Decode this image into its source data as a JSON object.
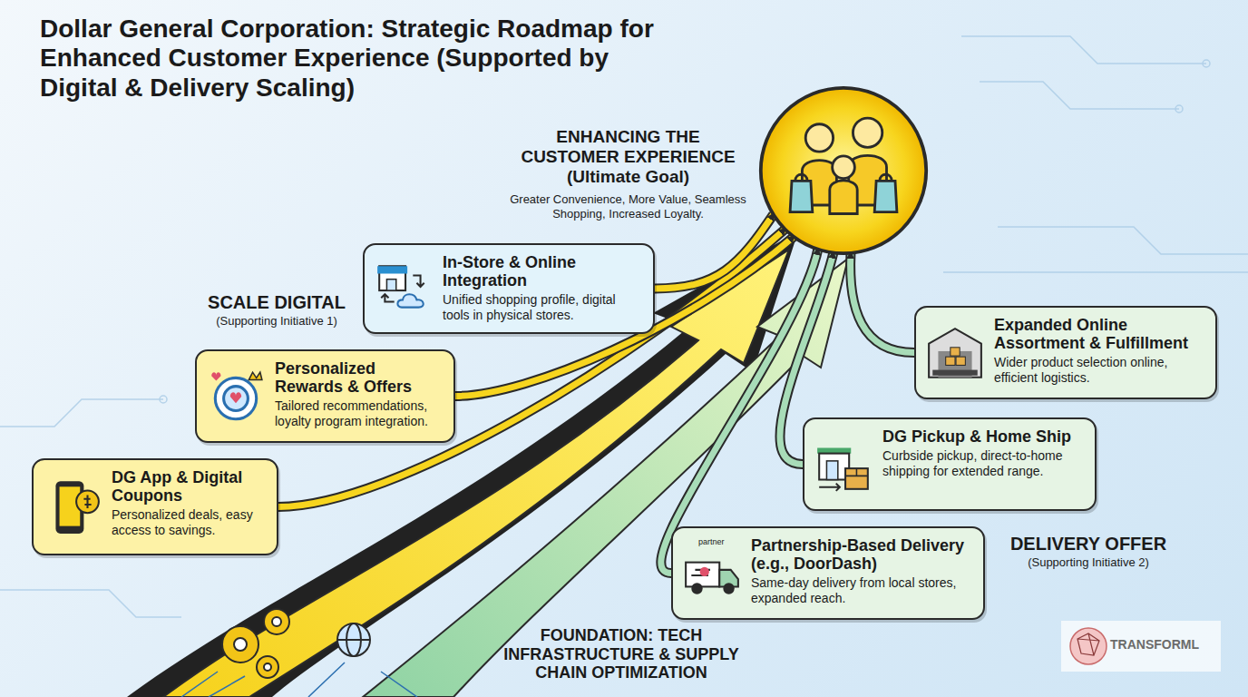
{
  "diagram": {
    "title": "Dollar General Corporation: Strategic Roadmap for Enhanced Customer Experience (Supported by Digital & Delivery Scaling)",
    "nodes": [
      {
        "text": [
          "ENHANCING THE CUSTOMER EXPERIENCE (Ultimate Goal)",
          "Greater Convenience, More Value, Seamless Shopping, Increased Loyalty."
        ]
      },
      {
        "text": [
          "DG App & Digital Coupons",
          "Personalized deals, easy access to savings."
        ]
      },
      {
        "text": [
          "Personalized Rewards & Offers",
          "Tailored recommendations, loyalty program integration."
        ]
      },
      {
        "text": [
          "In-Store & Online Integration",
          "Unified shopping profile, digital tools in physical stores."
        ]
      },
      {
        "text": [
          "Expanded Online Assortment & Fulfillment",
          "Wider product selection online, efficient logistics."
        ]
      },
      {
        "text": [
          "DG Pickup & Home Ship",
          "Curbside pickup, direct-to-home shipping for extended range."
        ]
      },
      {
        "text": [
          "Partnership-Based Delivery (e.g., DoorDash)",
          "Same-day delivery from local stores, expanded reach."
        ]
      }
    ],
    "edges": [
      {
        "from": 1,
        "to": 0,
        "arrow": "to"
      },
      {
        "from": 2,
        "to": 0,
        "arrow": "to"
      },
      {
        "from": 3,
        "to": 0,
        "arrow": "to"
      },
      {
        "from": 4,
        "to": 0,
        "arrow": "to"
      },
      {
        "from": 5,
        "to": 0,
        "arrow": "to"
      },
      {
        "from": 6,
        "to": 0,
        "arrow": "to"
      }
    ],
    "labels": [
      "SCALE DIGITAL",
      "(Supporting Initiative 1)",
      "DELIVERY OFFER",
      "(Supporting Initiative 2)",
      "FOUNDATION: TECH INFRASTRUCTURE & SUPPLY CHAIN OPTIMIZATION",
      "partner",
      "TRANSFORML"
    ]
  }
}
